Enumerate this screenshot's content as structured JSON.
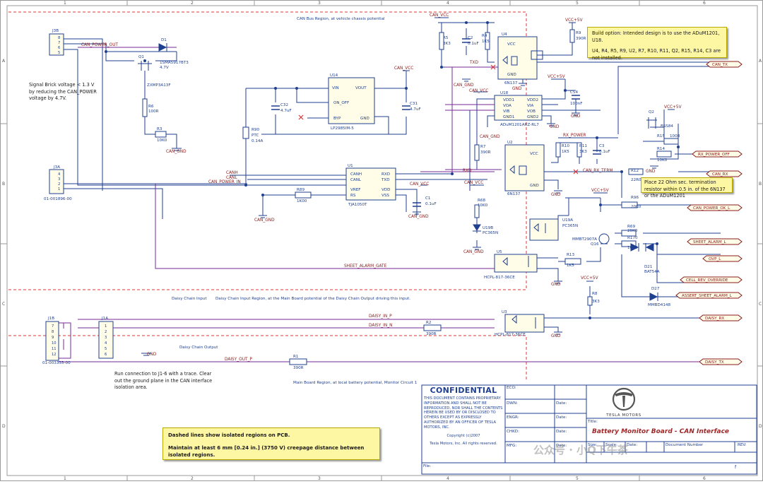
{
  "border": {
    "cols": [
      "1",
      "2",
      "3",
      "4",
      "5",
      "6"
    ],
    "rows": [
      "A",
      "B",
      "C",
      "D"
    ]
  },
  "regions": {
    "can_bus": "CAN Bus Region, at vehicle chassis potential",
    "daisy_input_region": "Daisy Chain Input Region, at the Main Board potential of the Daisy Chain Output driving this input.",
    "daisy_input": "Daisy Chain Input",
    "daisy_output": "Daisy Chain Output",
    "main_board": "Main Board Region, at local battery potential, Monitor Circuit 1"
  },
  "notes": {
    "signal_brick": "Signal Brick voltage < 1.3 V by reducing the CAN_POWER voltage by 4.7V.",
    "build_option": "Build option: Intended design is to use the ADuM1201, U18.",
    "build_option_2": "U4, R4, R5, R9, U2, R7, R10, R11, Q2, R15, R14, C3 are not installed.",
    "termination": "Place 22 Ohm sec. termination resistor within 0.5 in. of the 6N137 or the ADuM1201",
    "run_connection": "Run connection to J1-6 with a trace. Clear out the ground plane in the CAN interface isolation area.",
    "dashed_1": "Dashed lines show isolated regions on PCB.",
    "dashed_2": "Maintain at least 6 mm [0.24 in.] (3750 V) creepage distance between isolated regions."
  },
  "nets": {
    "can_power_out": "CAN_POWER_OUT",
    "can_power_in": "CAN_POWER_IN",
    "canh": "CANH",
    "canl": "CANL",
    "can_vcc": "CAN_VCC",
    "can_gnd": "CAN_GND",
    "txd": "TXD",
    "rxd": "RXD",
    "vcc5v": "VCC+5V",
    "gnd": "GND",
    "rx_power": "RX_POWER",
    "can_rx_term": "CAN_RX_TERM",
    "sheet_alarm_gate": "SHEET_ALARM_GATE",
    "daisy_in_p": "DAISY_IN_P",
    "daisy_in_n": "DAISY_IN_N",
    "daisy_out_p": "DAISY_OUT_P"
  },
  "ports": {
    "can_tx": "CAN_TX",
    "rx_power_off": "RX_POWER_OFF",
    "can_rx": "CAN_RX",
    "can_power_ok": "CAN_POWER_OK_L",
    "sheet_alarm": "SHEET_ALARM_L",
    "ovp": "OVP_L",
    "cell_rev": "CELL_REV_OVERRIDE",
    "assert_alarm": "ASSERT_SHEET_ALARM_L",
    "daisy_rx": "DAISY_RX",
    "daisy_tx": "DAISY_TX"
  },
  "parts": {
    "j3b": "J3B",
    "j3a": "J3A",
    "j3a_pn": "01-001896-00",
    "j1b": "J1B",
    "j1a": "J1A",
    "j1_pn": "01-003335-00",
    "d1": "D1",
    "d1_pn": "1SMA5917BT3",
    "d1_v": "4.7V",
    "q1": "Q1",
    "q1_pn": "ZXMP3A13F",
    "r6": "R6",
    "r6_v": "100R",
    "r3": "R3",
    "r3_v": "10K0",
    "r90": "R90",
    "r90_t": "PTC",
    "r90_v": "0.14A",
    "r89": "R89",
    "r89_v": "1K00",
    "u14": "U14",
    "u14_pn": "LP2985IM-5",
    "u14_vin": "VIN",
    "u14_vout": "VOUT",
    "u14_on": "ON_OFF",
    "u14_byp": "BYP",
    "u14_gnd": "GND",
    "c32": "C32",
    "c32_v": "4.7uF",
    "c31": "C31",
    "c31_v": "4.7uF",
    "u1": "U1",
    "u1_pn": "TJA1050T",
    "u1_canh": "CANH",
    "u1_canl": "CANL",
    "u1_vref": "VREF",
    "u1_rs": "RS",
    "u1_rxd": "RXD",
    "u1_txd": "TXD",
    "u1_vdd": "VDD",
    "u1_vss": "VSS",
    "c1": "C1",
    "c1_v": "0.1uF",
    "r5": "R5",
    "r5_v": "3K3",
    "c2": "C2",
    "c2_v": "0.1uF",
    "r4": "R4",
    "r4_v": "1K5",
    "u4": "U4",
    "u4_pn": "6N137",
    "r9": "R9",
    "r9_v": "390R",
    "u18": "U18",
    "u18_pn": "ADuM1201ARZ-RL7",
    "u18_vdd1": "VDD1",
    "u18_voa": "VOA",
    "u18_vib": "VIB",
    "u18_gnd1": "GND1",
    "u18_vdd2": "VDD2",
    "u18_via": "VIA",
    "u18_vob": "VOB",
    "u18_gnd2": "GND2",
    "c54": "C54",
    "c54_v": "100nF",
    "r7": "R7",
    "r7_v": "390R",
    "u2": "U2",
    "u2_pn": "6N137",
    "r10": "R10",
    "r10_v": "1K5",
    "r11": "R11",
    "r11_v": "3K3",
    "c3": "C3",
    "c3_v": "0.1uF",
    "q2": "Q2",
    "q2_pn": "BSS84",
    "r15": "R15",
    "r15_v": "100R",
    "r14": "R14",
    "r14_v": "10K0",
    "r12": "R12",
    "r12_v": "22R0",
    "r96": "R96",
    "r96_v": "20K0",
    "r68": "R68",
    "r68_v": "10K0",
    "u19b": "U19B",
    "u19b_pn": "PC365N",
    "u19a": "U19A",
    "u19a_pn": "PC365N",
    "q16": "Q16",
    "q16_pn": "MMBT2907A",
    "r69": "R69",
    "r69_v": "20K0",
    "r170": "R170",
    "r170_v": "10K0",
    "d21": "D21",
    "d21_pn": "BAT54A",
    "r13": "R13",
    "r13_v": "1K5",
    "u5": "U5",
    "u5_pn": "HCPL-817-36CE",
    "r8": "R8",
    "r8_v": "3K3",
    "d27": "D27",
    "d27_pn": "MMBD4148",
    "u3": "U3",
    "u3_pn": "HCPL-817-36CE",
    "r2": "R2",
    "r2_v": "390R",
    "r1": "R1",
    "r1_v": "390R",
    "vcc_label": "VCC"
  },
  "title_block": {
    "confidential": "CONFIDENTIAL",
    "disclaimer": "THIS DOCUMENT CONTAINS PROPRIETARY INFORMATION AND SHALL NOT BE REPRODUCED, NOR SHALL THE CONTENTS HEREIN BE USED BY OR DISCLOSED TO OTHERS EXCEPT AS EXPRESSLY AUTHORIZED BY AN OFFICER OF TESLA MOTORS, INC.",
    "copyright": "Copyright (c)2007",
    "rights": "Tesla Motors, Inc. All rights reserved.",
    "eco": "ECO:",
    "dwn": "DWN:",
    "engr": "ENGR:",
    "chkd": "CHKD:",
    "mfg": "MFG:",
    "date": "Date:",
    "file": "File:",
    "logo_text": "TESLA MOTORS",
    "title_label": "Title:",
    "title": "Battery Monitor Board - CAN Interface",
    "size": "Size:",
    "scale": "Scale:",
    "doc_no": "Document Number",
    "rev": "REV:",
    "sheet_f": "f",
    "watermark": "公众号 · 小Q下午茶"
  }
}
